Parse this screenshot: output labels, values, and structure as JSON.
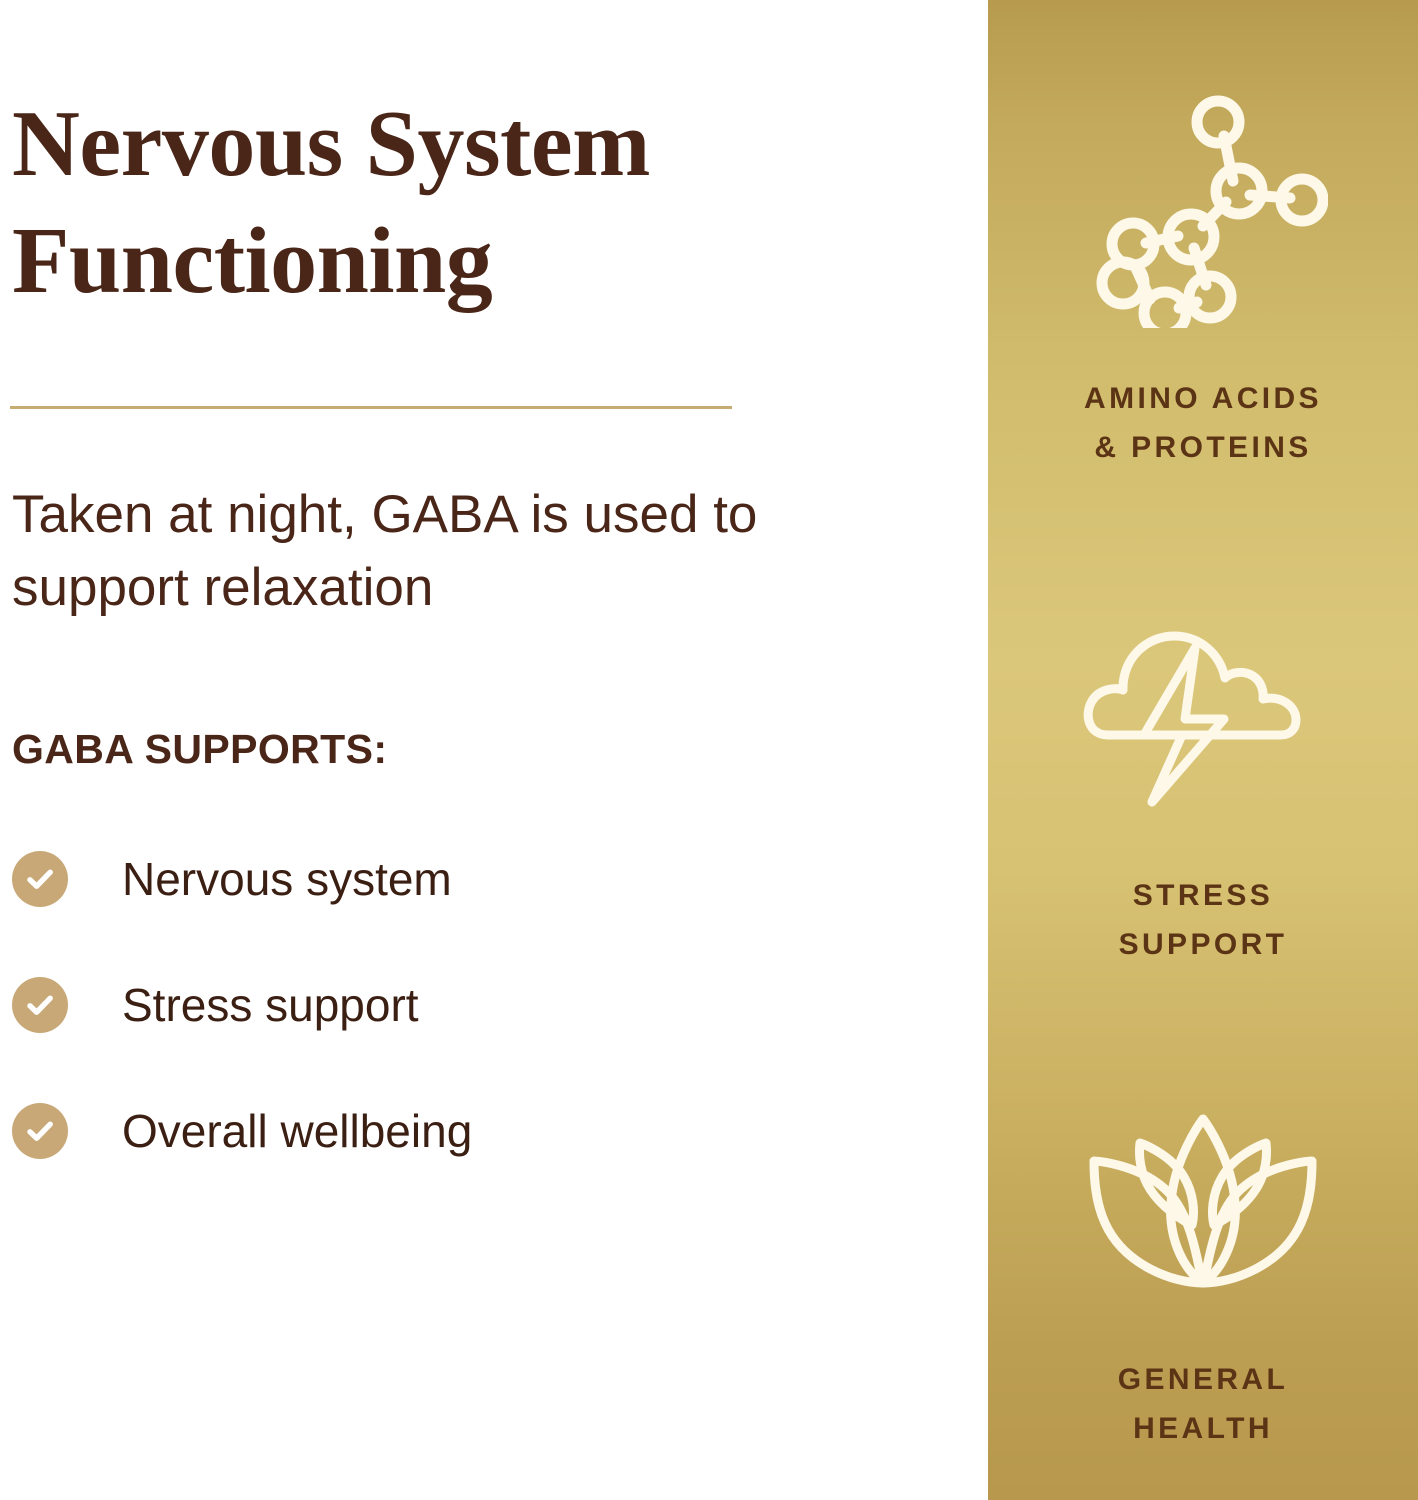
{
  "headline": "Nervous System Functioning",
  "divider_color": "#c6ab72",
  "subhead": "Taken at night, GABA is used to support relaxation",
  "supports": {
    "title": "GABA SUPPORTS:",
    "items": [
      {
        "label": "Nervous system",
        "icon": "check-icon"
      },
      {
        "label": "Stress support",
        "icon": "check-icon"
      },
      {
        "label": "Overall wellbeing",
        "icon": "check-icon"
      }
    ]
  },
  "colors": {
    "text_brown": "#4a2618",
    "check_circle": "#c9a878",
    "gold_light": "#dbc77a",
    "gold_dark": "#b79a4e",
    "gold_label_brown": "#5b3415",
    "icon_cream": "#fdf8e8"
  },
  "gold_panel": {
    "badges": [
      {
        "icon": "molecule-icon",
        "label": "AMINO ACIDS\n& PROTEINS"
      },
      {
        "icon": "storm-cloud-icon",
        "label": "STRESS\nSUPPORT"
      },
      {
        "icon": "lotus-flower-icon",
        "label": "GENERAL\nHEALTH"
      }
    ]
  }
}
